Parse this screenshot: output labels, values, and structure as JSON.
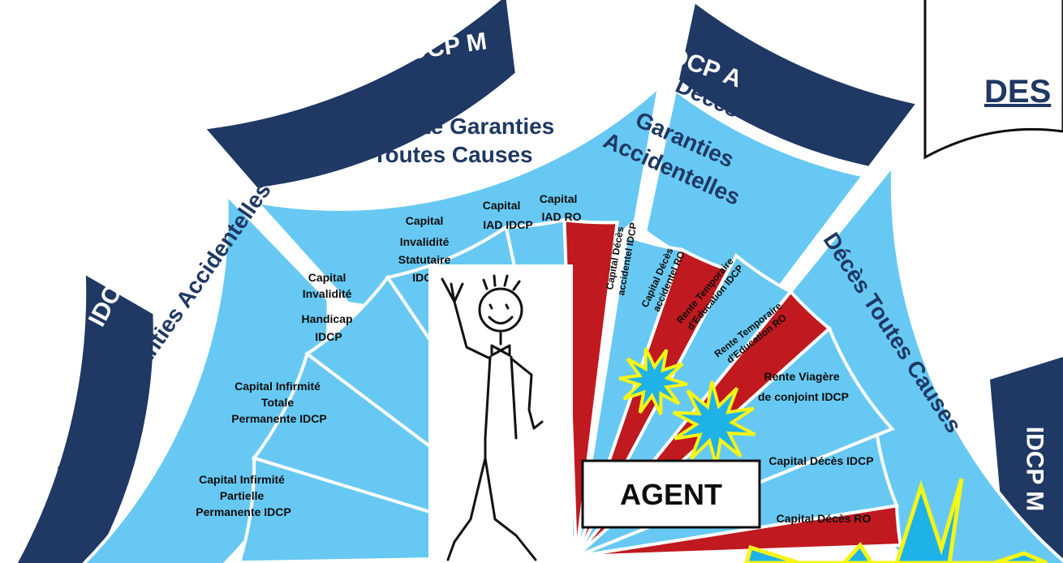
{
  "colors": {
    "navy": "#1f3864",
    "light_blue": "#67c9f3",
    "red": "#c0191f",
    "white": "#ffffff",
    "burst_fill": "#1fb2e8",
    "burst_stroke": "#f5f516"
  },
  "banners": {
    "left": "IDCP A",
    "top_middle": "IDCP M",
    "top_right": "IDCP A",
    "right": "IDCP M"
  },
  "sectors": {
    "infirmite": "Infirmité Garanties Accidentelles",
    "invalidite_line1": "Invalidité Garanties",
    "invalidite_line2": "Toutes Causes",
    "deces_acc_line1": "Décès",
    "deces_acc_line2": "Garanties",
    "deces_acc_line3": "Accidentelles",
    "deces_tc": "Décès Toutes Causes"
  },
  "capitals": {
    "ipp_line1": "Capital Infirmité",
    "ipp_line2": "Partielle",
    "ipp_line3": "Permanente IDCP",
    "itp_line1": "Capital Infirmité",
    "itp_line2": "Totale",
    "itp_line3": "Permanente IDCP",
    "handicap_line1": "Capital",
    "handicap_line2": "Invalidité",
    "handicap_line3": "Handicap",
    "handicap_line4": "IDCP",
    "statutaire_line1": "Capital",
    "statutaire_line2": "Invalidité",
    "statutaire_line3": "Statutaire",
    "statutaire_line4": "IDCP",
    "iad_idcp_line1": "Capital",
    "iad_idcp_line2": "IAD IDCP",
    "iad_ro_line1": "Capital",
    "iad_ro_line2": "IAD RO",
    "deces_acc_idcp_line1": "Capital Décès",
    "deces_acc_idcp_line2": "accidentel IDCP",
    "deces_acc_ro_line1": "Capital Décès",
    "deces_acc_ro_line2": "accidentel RO",
    "rte_idcp_line1": "Rente Temporaire",
    "rte_idcp_line2": "d'Education IDCP",
    "rte_ro_line1": "Rente Temporaire",
    "rte_ro_line2": "d'Education RO",
    "viagere_line1": "Rente Viagère",
    "viagere_line2": "de conjoint IDCP",
    "deces_idcp": "Capital Décès IDCP",
    "deces_ro": "Capital Décès RO"
  },
  "agent_label": "AGENT",
  "callout_text": "DES"
}
